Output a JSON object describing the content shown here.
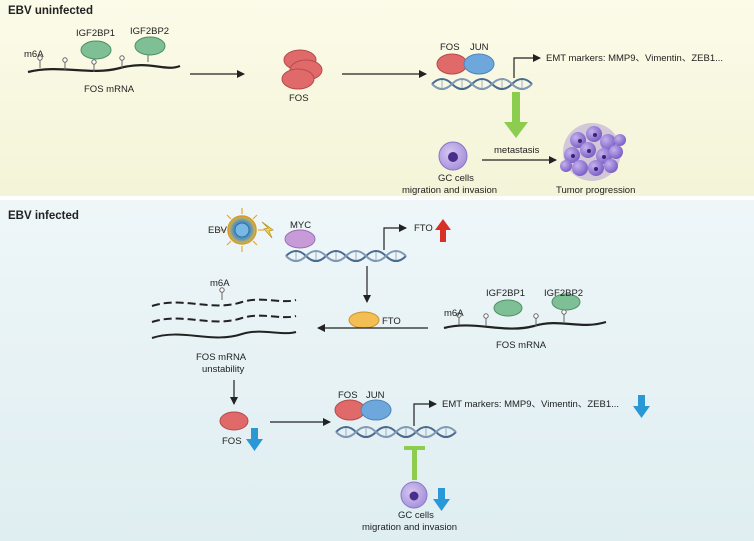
{
  "top": {
    "title": "EBV uninfected",
    "m6a": "m6A",
    "igf2bp1": "IGF2BP1",
    "igf2bp2": "IGF2BP2",
    "fos_mrna": "FOS mRNA",
    "fos": "FOS",
    "fos_tf": "FOS",
    "jun": "JUN",
    "emt": "EMT markers: MMP9、Vimentin、ZEB1...",
    "metastasis": "metastasis",
    "gc_cells": "GC cells",
    "migration": "migration and invasion",
    "tumor": "Tumor progression"
  },
  "bottom": {
    "title": "EBV infected",
    "ebv": "EBV",
    "myc": "MYC",
    "fto_gene": "FTO",
    "m6a_left": "m6A",
    "fto_protein": "FTO",
    "m6a_right": "m6A",
    "igf2bp1": "IGF2BP1",
    "igf2bp2": "IGF2BP2",
    "fos_mrna": "FOS mRNA",
    "unstable_1": "FOS mRNA",
    "unstable_2": "unstability",
    "fos": "FOS",
    "fos_tf": "FOS",
    "jun": "JUN",
    "emt": "EMT markers: MMP9、Vimentin、ZEB1...",
    "gc_cells": "GC cells",
    "migration": "migration and invasion"
  },
  "colors": {
    "fos": "#e06a6a",
    "jun": "#6da7dc",
    "igf2bp": "#7fbf95",
    "myc": "#c79ad8",
    "fto_protein": "#f3bf55",
    "tumor": "#9b7fd6",
    "gc_cell": "#b8a4e2",
    "up_arrow": "#d93025",
    "down_arrow": "#2a98d6",
    "green_arrow": "#8ccd4f"
  }
}
